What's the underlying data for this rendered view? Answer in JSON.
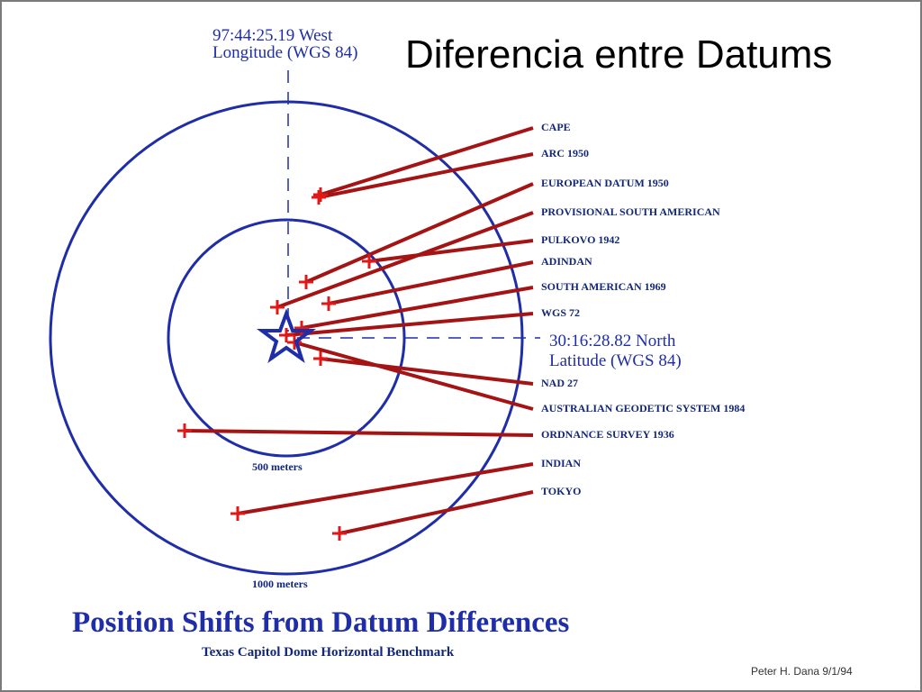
{
  "slide_title": "Diferencia entre Datums",
  "longitude_label": {
    "line1": "97:44:25.19 West",
    "line2": "Longitude (WGS 84)"
  },
  "latitude_label": {
    "line1": "30:16:28.82 North",
    "line2": "Latitude (WGS 84)"
  },
  "rings": {
    "inner": "500 meters",
    "outer": "1000 meters"
  },
  "datums": [
    {
      "name": "CAPE"
    },
    {
      "name": "ARC 1950"
    },
    {
      "name": "EUROPEAN DATUM 1950"
    },
    {
      "name": "PROVISIONAL SOUTH AMERICAN"
    },
    {
      "name": "PULKOVO 1942"
    },
    {
      "name": "ADINDAN"
    },
    {
      "name": "SOUTH AMERICAN 1969"
    },
    {
      "name": "WGS 72"
    },
    {
      "name": "NAD 27"
    },
    {
      "name": "AUSTRALIAN GEODETIC SYSTEM 1984"
    },
    {
      "name": "ORDNANCE SURVEY 1936"
    },
    {
      "name": "INDIAN"
    },
    {
      "name": "TOKYO"
    }
  ],
  "main_title": "Position Shifts from Datum Differences",
  "subtitle": "Texas Capitol Dome Horizontal Benchmark",
  "credit": "Peter H. Dana 9/1/94",
  "colors": {
    "ring": "#1f2ea8",
    "shift_line": "#a51414",
    "marker": "#e01818",
    "reference_star": "#1f2ea8",
    "axis": "#1f2ea8"
  },
  "reference_marker": {
    "icon": "star-icon"
  }
}
